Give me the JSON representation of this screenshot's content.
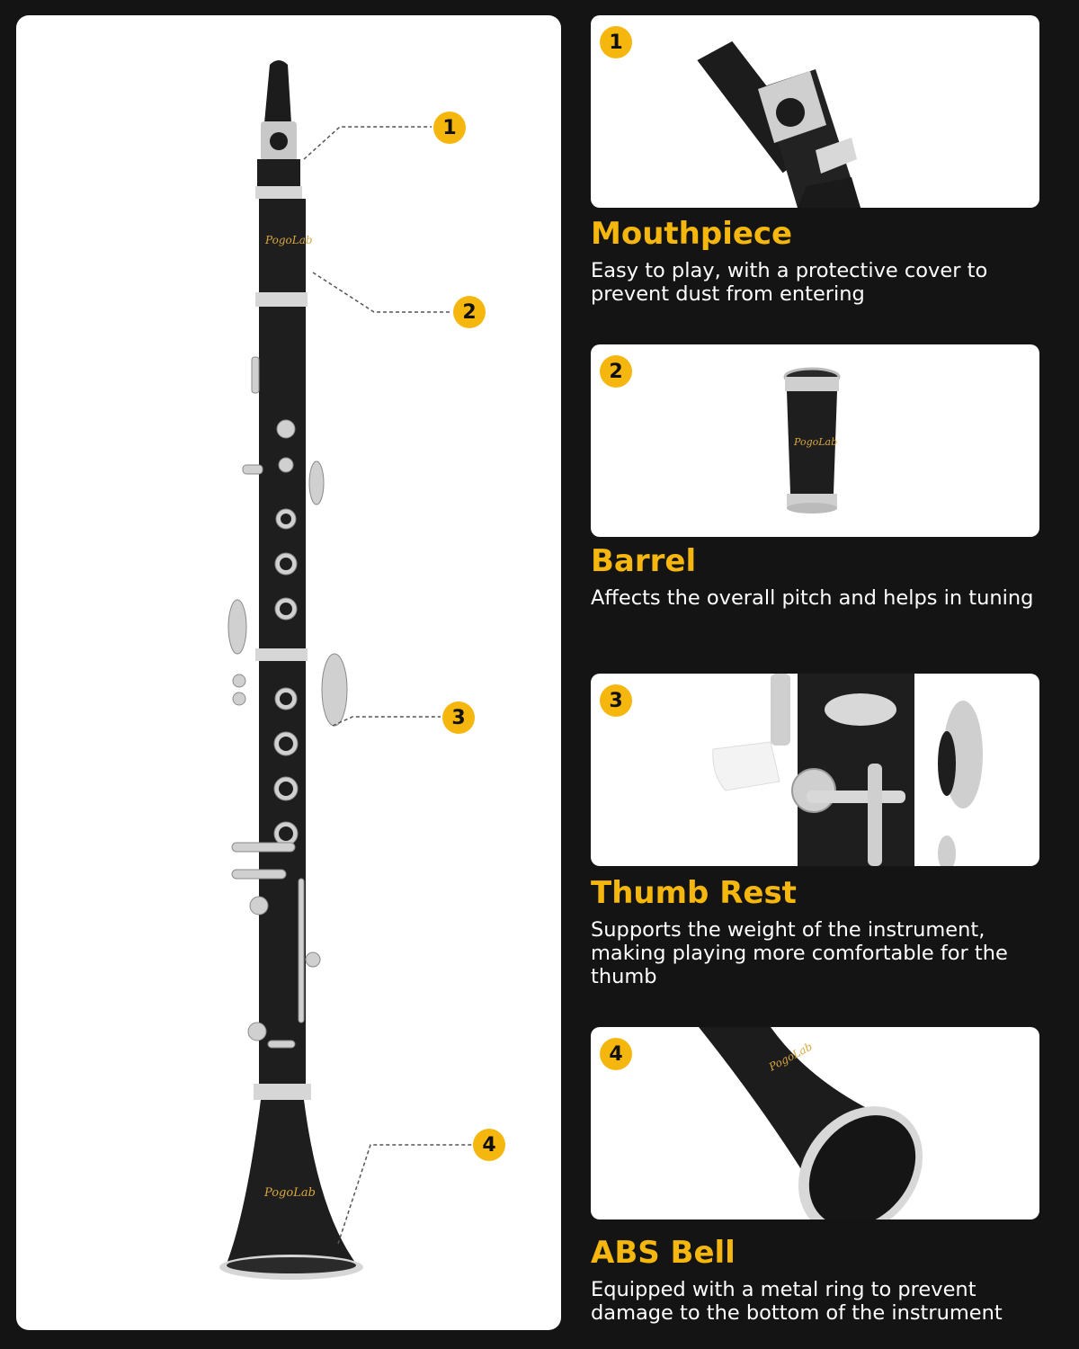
{
  "brand": "PogoLab",
  "accent_color": "#F5B70E",
  "callouts": [
    "1",
    "2",
    "3",
    "4"
  ],
  "features": [
    {
      "number": "1",
      "title": "Mouthpiece",
      "description": "Easy to play, with a protective cover to prevent dust from entering"
    },
    {
      "number": "2",
      "title": "Barrel",
      "description": "Affects the overall pitch and helps in tuning"
    },
    {
      "number": "3",
      "title": "Thumb Rest",
      "description": "Supports the weight of the instrument, making playing more comfortable for the thumb"
    },
    {
      "number": "4",
      "title": "ABS Bell",
      "description": "Equipped with a metal ring to prevent damage to the bottom of the instrument"
    }
  ]
}
